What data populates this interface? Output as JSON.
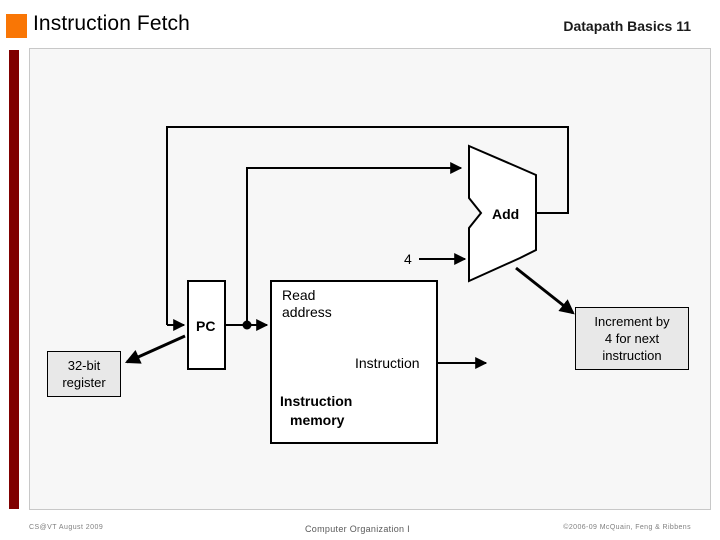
{
  "slide": {
    "header": {
      "bullet_color": "#f97605",
      "title": "Instruction Fetch",
      "right_label": "Datapath Basics 11"
    },
    "accent_bar_color": "#800000",
    "footer": {
      "left": "CS@VT August 2009",
      "center": "Computer Organization I",
      "right": "©2006-09  McQuain, Feng & Ribbens"
    },
    "callouts": [
      {
        "id": "register",
        "text": "32-bit register",
        "line1": "32-bit",
        "line2": "register"
      },
      {
        "id": "increment",
        "text": "Increment by 4 for next instruction",
        "line1": "Increment by",
        "line2": "4 for next",
        "line3": "instruction"
      }
    ],
    "diagram": {
      "type": "datapath-instruction-fetch",
      "blocks": [
        {
          "name": "pc",
          "label": "PC"
        },
        {
          "name": "instruction-memory",
          "label_bold_1": "Instruction",
          "label_bold_2": "memory",
          "port_in": "Read",
          "port_in_2": "address",
          "port_out": "Instruction"
        },
        {
          "name": "adder",
          "label": "Add"
        }
      ],
      "constants": [
        {
          "name": "increment-constant",
          "label": "4"
        }
      ]
    }
  }
}
